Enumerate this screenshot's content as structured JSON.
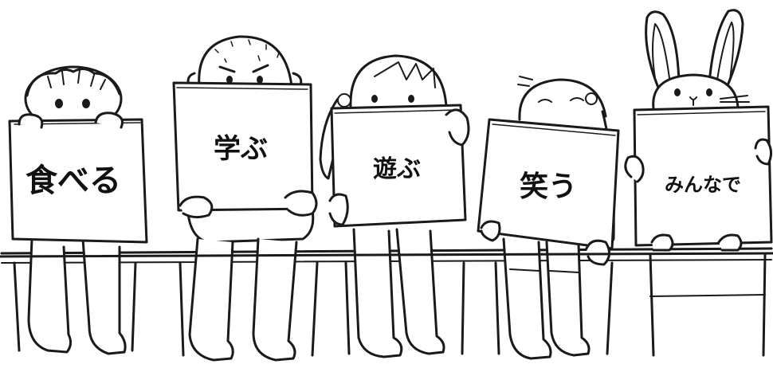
{
  "signs": [
    {
      "id": "taberu",
      "text": "食べる"
    },
    {
      "id": "manabu",
      "text": "学ぶ"
    },
    {
      "id": "asobu",
      "text": "遊ぶ"
    },
    {
      "id": "warau",
      "text": "笑う"
    },
    {
      "id": "minnade",
      "text": "みんなで"
    }
  ],
  "colors": {
    "ink": "#1a1a1a",
    "paper": "#ffffff"
  }
}
